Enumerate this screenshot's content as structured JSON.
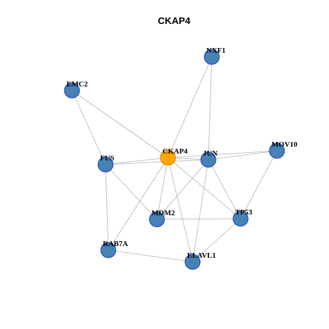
{
  "title": "CKAP4",
  "colors": {
    "hub_fill": "#FFA500",
    "hub_stroke": "#CC8400",
    "node_fill": "#4682B4",
    "node_stroke": "#1F3DC8",
    "edge": "#B0B0B0"
  },
  "nodes": [
    {
      "id": "CKAP4",
      "label": "CKAP4",
      "hub": true
    },
    {
      "id": "NXF1",
      "label": "NXF1",
      "hub": false
    },
    {
      "id": "EMC2",
      "label": "EMC2",
      "hub": false
    },
    {
      "id": "FUS",
      "label": "FUS",
      "hub": false
    },
    {
      "id": "JUN",
      "label": "JUN",
      "hub": false
    },
    {
      "id": "MOV10",
      "label": "MOV10",
      "hub": false
    },
    {
      "id": "MDM2",
      "label": "MDM2",
      "hub": false
    },
    {
      "id": "TP53",
      "label": "TP53",
      "hub": false
    },
    {
      "id": "RAB7A",
      "label": "RAB7A",
      "hub": false
    },
    {
      "id": "ELAVL1",
      "label": "ELAVL1",
      "hub": false
    }
  ],
  "edges": [
    [
      "CKAP4",
      "NXF1"
    ],
    [
      "CKAP4",
      "EMC2"
    ],
    [
      "CKAP4",
      "FUS"
    ],
    [
      "CKAP4",
      "JUN"
    ],
    [
      "CKAP4",
      "MOV10"
    ],
    [
      "CKAP4",
      "MDM2"
    ],
    [
      "CKAP4",
      "TP53"
    ],
    [
      "CKAP4",
      "RAB7A"
    ],
    [
      "CKAP4",
      "ELAVL1"
    ],
    [
      "NXF1",
      "JUN"
    ],
    [
      "EMC2",
      "FUS"
    ],
    [
      "FUS",
      "JUN"
    ],
    [
      "FUS",
      "MDM2"
    ],
    [
      "FUS",
      "RAB7A"
    ],
    [
      "JUN",
      "MOV10"
    ],
    [
      "JUN",
      "MDM2"
    ],
    [
      "JUN",
      "TP53"
    ],
    [
      "JUN",
      "ELAVL1"
    ],
    [
      "MOV10",
      "TP53"
    ],
    [
      "MDM2",
      "TP53"
    ],
    [
      "TP53",
      "ELAVL1"
    ],
    [
      "RAB7A",
      "ELAVL1"
    ]
  ]
}
